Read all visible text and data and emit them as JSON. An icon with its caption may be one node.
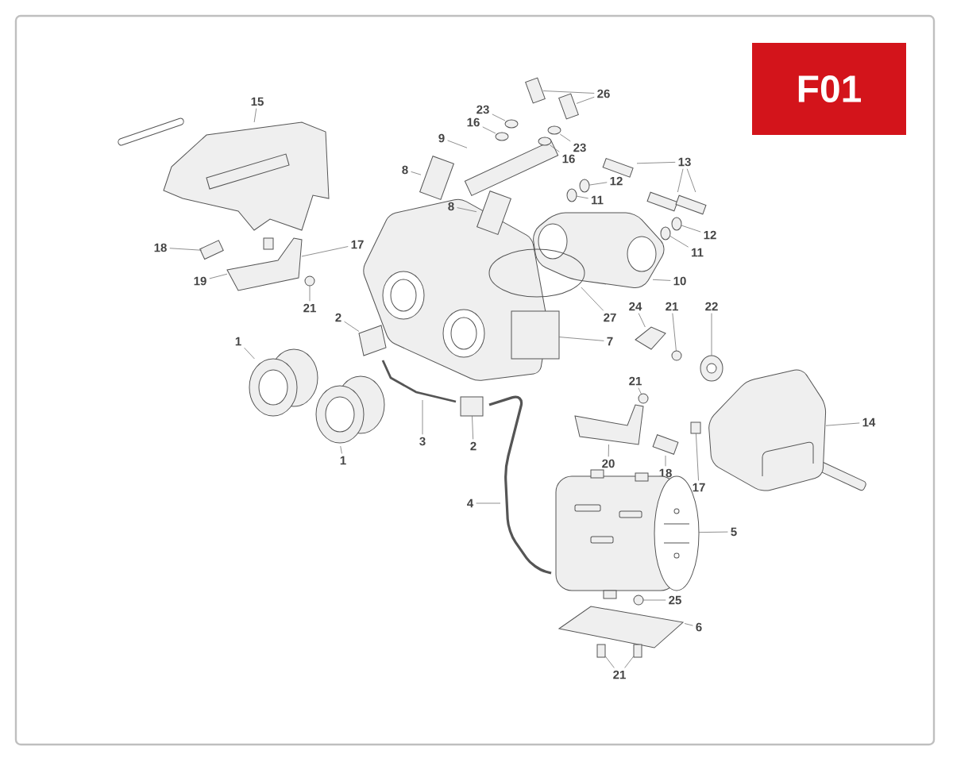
{
  "diagram": {
    "nodes": [
      {
        "text": [
          "F01"
        ]
      },
      {
        "text": [
          "26"
        ]
      },
      {
        "text": [
          "23"
        ]
      },
      {
        "text": [
          "15"
        ]
      },
      {
        "text": [
          "16"
        ]
      },
      {
        "text": [
          "9"
        ]
      },
      {
        "text": [
          "23"
        ]
      },
      {
        "text": [
          "16"
        ]
      },
      {
        "text": [
          "13"
        ]
      },
      {
        "text": [
          "8"
        ]
      },
      {
        "text": [
          "12"
        ]
      },
      {
        "text": [
          "8"
        ]
      },
      {
        "text": [
          "11"
        ]
      },
      {
        "text": [
          "12"
        ]
      },
      {
        "text": [
          "17"
        ]
      },
      {
        "text": [
          "18"
        ]
      },
      {
        "text": [
          "11"
        ]
      },
      {
        "text": [
          "10"
        ]
      },
      {
        "text": [
          "19"
        ]
      },
      {
        "text": [
          "24"
        ]
      },
      {
        "text": [
          "21"
        ]
      },
      {
        "text": [
          "22"
        ]
      },
      {
        "text": [
          "21"
        ]
      },
      {
        "text": [
          "27"
        ]
      },
      {
        "text": [
          "2"
        ]
      },
      {
        "text": [
          "1"
        ]
      },
      {
        "text": [
          "7"
        ]
      },
      {
        "text": [
          "21"
        ]
      },
      {
        "text": [
          "14"
        ]
      },
      {
        "text": [
          "3"
        ]
      },
      {
        "text": [
          "2"
        ]
      },
      {
        "text": [
          "20"
        ]
      },
      {
        "text": [
          "1"
        ]
      },
      {
        "text": [
          "18"
        ]
      },
      {
        "text": [
          "17"
        ]
      },
      {
        "text": [
          "4"
        ]
      },
      {
        "text": [
          "5"
        ]
      },
      {
        "text": [
          "25"
        ]
      },
      {
        "text": [
          "6"
        ]
      },
      {
        "text": [
          "21"
        ]
      },
      {
        "text": [],
        "shape": "picture"
      },
      {
        "text": [],
        "shape": "picture"
      },
      {
        "text": [],
        "shape": "circle"
      },
      {
        "text": [],
        "shape": "picture"
      },
      {
        "text": [],
        "shape": "circle"
      },
      {
        "text": [],
        "shape": "picture"
      },
      {
        "text": [],
        "shape": "circle"
      },
      {
        "text": [],
        "shape": "circle"
      },
      {
        "text": [],
        "shape": "picture"
      },
      {
        "text": [],
        "shape": "picture"
      },
      {
        "text": [],
        "shape": "picture"
      },
      {
        "text": [],
        "shape": "picture"
      },
      {
        "text": [],
        "shape": "circle"
      },
      {
        "text": [],
        "shape": "picture"
      },
      {
        "text": [],
        "shape": "circle"
      },
      {
        "text": [],
        "shape": "circle"
      },
      {
        "text": [],
        "shape": "picture"
      },
      {
        "text": [],
        "shape": "picture"
      },
      {
        "text": [],
        "shape": "circle"
      },
      {
        "text": [],
        "shape": "picture"
      },
      {
        "text": [],
        "shape": "picture"
      },
      {
        "text": [],
        "shape": "circle"
      },
      {
        "text": [],
        "shape": "picture"
      },
      {
        "text": [],
        "shape": "circle"
      },
      {
        "text": [],
        "shape": "ellipse"
      },
      {
        "text": [],
        "shape": "picture"
      },
      {
        "text": [],
        "shape": "picture"
      },
      {
        "text": [],
        "shape": "box"
      },
      {
        "text": [],
        "shape": "circle"
      },
      {
        "text": [],
        "shape": "picture"
      },
      {
        "text": [],
        "shape": "picture"
      },
      {
        "text": [],
        "shape": "box"
      },
      {
        "text": [],
        "shape": "picture"
      },
      {
        "text": [],
        "shape": "picture"
      },
      {
        "text": [],
        "shape": "picture"
      },
      {
        "text": [],
        "shape": "box"
      },
      {
        "text": [],
        "shape": "picture"
      },
      {
        "text": [],
        "shape": "picture"
      },
      {
        "text": [],
        "shape": "circle"
      },
      {
        "text": [],
        "shape": "picture"
      },
      {
        "text": [],
        "shape": "box"
      },
      {
        "text": [],
        "shape": "box"
      }
    ],
    "edges": [
      {
        "from": 1,
        "to": 40,
        "arrow": "none"
      },
      {
        "from": 1,
        "to": 41,
        "arrow": "none"
      },
      {
        "from": 2,
        "to": 42,
        "arrow": "none"
      },
      {
        "from": 3,
        "to": 43,
        "arrow": "none"
      },
      {
        "from": 4,
        "to": 44,
        "arrow": "none"
      },
      {
        "from": 5,
        "to": 45,
        "arrow": "none"
      },
      {
        "from": 6,
        "to": 46,
        "arrow": "none"
      },
      {
        "from": 7,
        "to": 47,
        "arrow": "none"
      },
      {
        "from": 8,
        "to": 48,
        "arrow": "none"
      },
      {
        "from": 8,
        "to": 49,
        "arrow": "none"
      },
      {
        "from": 8,
        "to": 50,
        "arrow": "none"
      },
      {
        "from": 9,
        "to": 51,
        "arrow": "none"
      },
      {
        "from": 10,
        "to": 52,
        "arrow": "none"
      },
      {
        "from": 11,
        "to": 53,
        "arrow": "none"
      },
      {
        "from": 12,
        "to": 54,
        "arrow": "none"
      },
      {
        "from": 13,
        "to": 55,
        "arrow": "none"
      },
      {
        "from": 14,
        "to": 56,
        "arrow": "none"
      },
      {
        "from": 15,
        "to": 57,
        "arrow": "none"
      },
      {
        "from": 16,
        "to": 58,
        "arrow": "none"
      },
      {
        "from": 17,
        "to": 59,
        "arrow": "none"
      },
      {
        "from": 18,
        "to": 56,
        "arrow": "none"
      },
      {
        "from": 19,
        "to": 60,
        "arrow": "none"
      },
      {
        "from": 20,
        "to": 61,
        "arrow": "none"
      },
      {
        "from": 21,
        "to": 62,
        "arrow": "none"
      },
      {
        "from": 22,
        "to": 63,
        "arrow": "none"
      },
      {
        "from": 23,
        "to": 64,
        "arrow": "none"
      },
      {
        "from": 24,
        "to": 65,
        "arrow": "none"
      },
      {
        "from": 25,
        "to": 66,
        "arrow": "none"
      },
      {
        "from": 26,
        "to": 67,
        "arrow": "none"
      },
      {
        "from": 27,
        "to": 68,
        "arrow": "none"
      },
      {
        "from": 28,
        "to": 69,
        "arrow": "none"
      },
      {
        "from": 29,
        "to": 70,
        "arrow": "none"
      },
      {
        "from": 30,
        "to": 71,
        "arrow": "none"
      },
      {
        "from": 31,
        "to": 72,
        "arrow": "none"
      },
      {
        "from": 32,
        "to": 73,
        "arrow": "none"
      },
      {
        "from": 33,
        "to": 74,
        "arrow": "none"
      },
      {
        "from": 34,
        "to": 75,
        "arrow": "none"
      },
      {
        "from": 35,
        "to": 76,
        "arrow": "none"
      },
      {
        "from": 36,
        "to": 77,
        "arrow": "none"
      },
      {
        "from": 37,
        "to": 78,
        "arrow": "none"
      },
      {
        "from": 38,
        "to": 79,
        "arrow": "none"
      },
      {
        "from": 39,
        "to": 80,
        "arrow": "none"
      },
      {
        "from": 39,
        "to": 81,
        "arrow": "none"
      }
    ]
  }
}
